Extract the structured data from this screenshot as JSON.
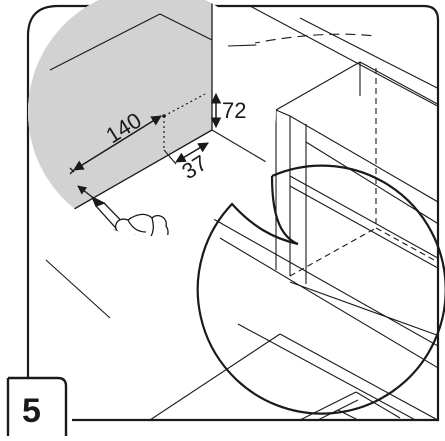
{
  "figure": {
    "step_number": "5",
    "dimensions": {
      "horizontal": "140",
      "depth": "37",
      "vertical": "72"
    },
    "icons": [
      "pencil-icon",
      "hand-icon",
      "magnifier-callout",
      "cabinet-drawing"
    ],
    "colors": {
      "line": "#1a1a1a",
      "wall_shade": "#d2d2d2",
      "background": "#ffffff"
    }
  }
}
